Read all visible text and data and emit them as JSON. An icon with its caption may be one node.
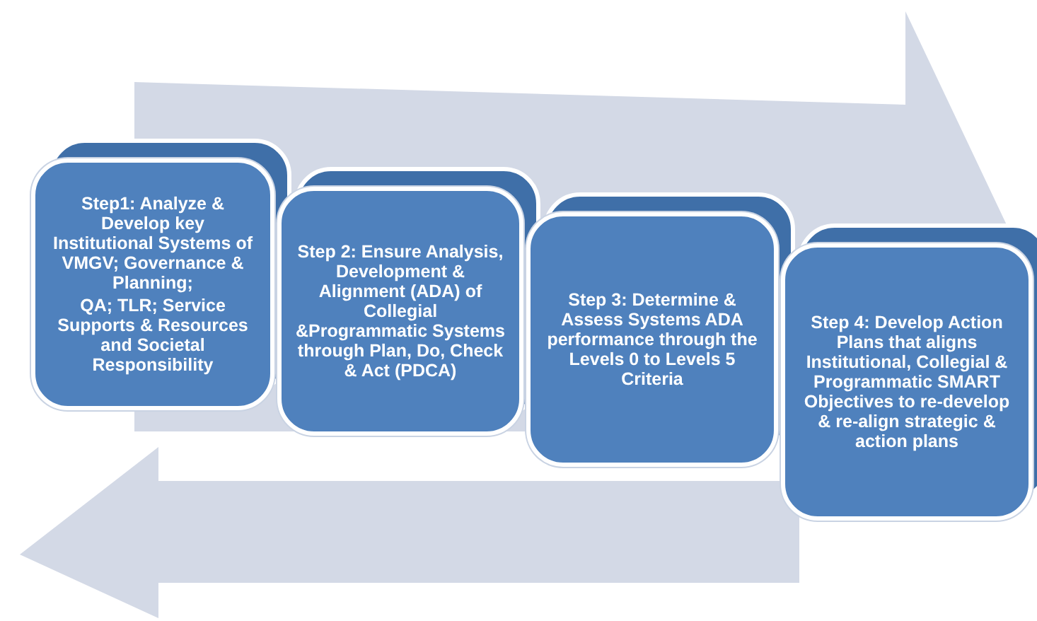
{
  "diagram": {
    "nodes": [
      {
        "text": [
          "Step1:  Analyze & Develop key Institutional Systems of VMGV; Governance & Planning;",
          "QA; TLR; Service Supports & Resources and Societal Responsibility"
        ]
      },
      {
        "text": [
          "Step 2: Ensure Analysis, Development & Alignment (ADA) of Collegial &Programmatic Systems through Plan, Do, Check & Act (PDCA)"
        ]
      },
      {
        "text": [
          "Step 3: Determine & Assess Systems ADA performance through the Levels 0 to Levels 5 Criteria"
        ]
      },
      {
        "text": [
          "Step 4: Develop Action Plans that aligns Institutional, Collegial & Programmatic SMART Objectives to re-develop & re-align strategic & action plans"
        ]
      }
    ]
  }
}
